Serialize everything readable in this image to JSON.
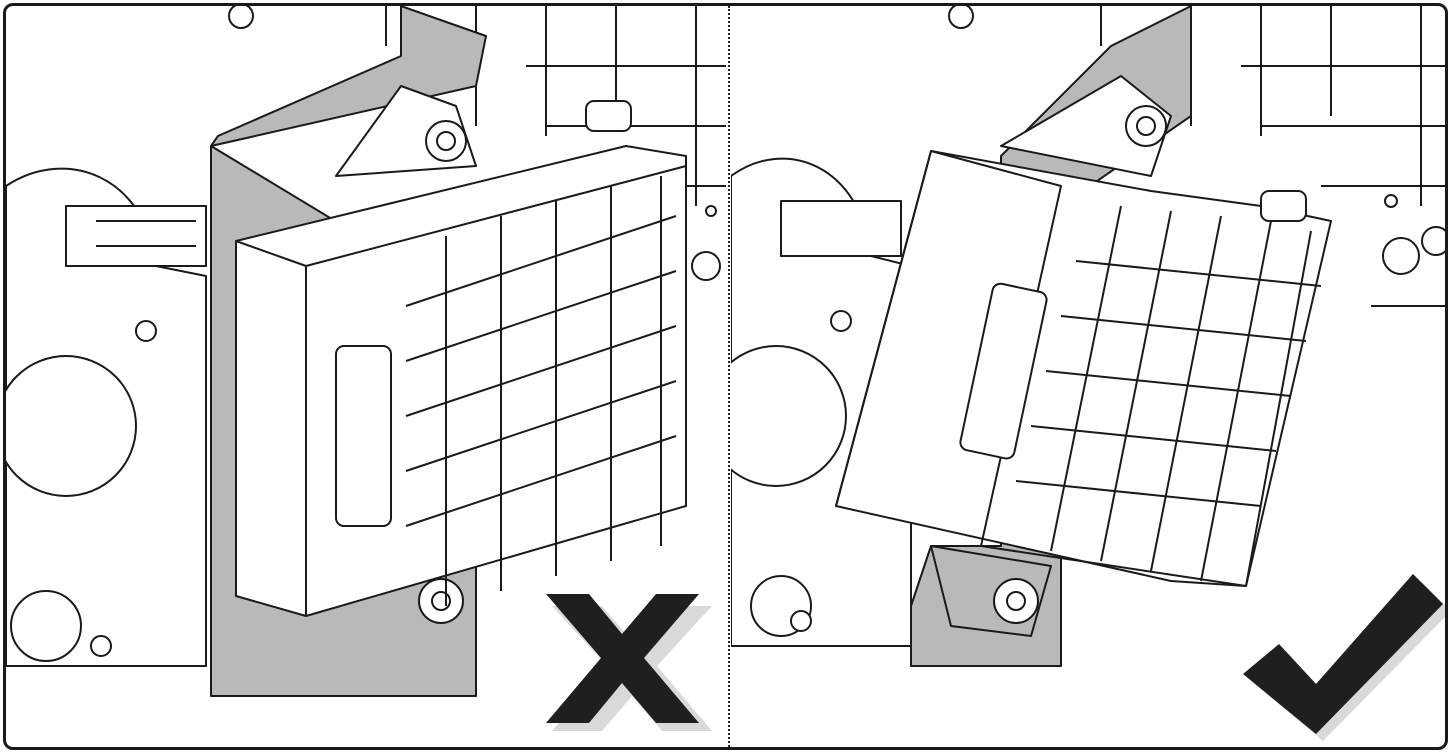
{
  "figure": {
    "description_role": "installation-comparison",
    "panels": [
      {
        "id": "incorrect",
        "verdict_icon": "cross-mark-icon"
      },
      {
        "id": "correct",
        "verdict_icon": "check-mark-icon"
      }
    ]
  },
  "colors": {
    "line": "#1a1a1a",
    "plate_fill": "#b9b9b9",
    "part_fill": "#ffffff",
    "mark_fill": "#1f1f1f",
    "mark_shadow": "#d9d9d9"
  }
}
